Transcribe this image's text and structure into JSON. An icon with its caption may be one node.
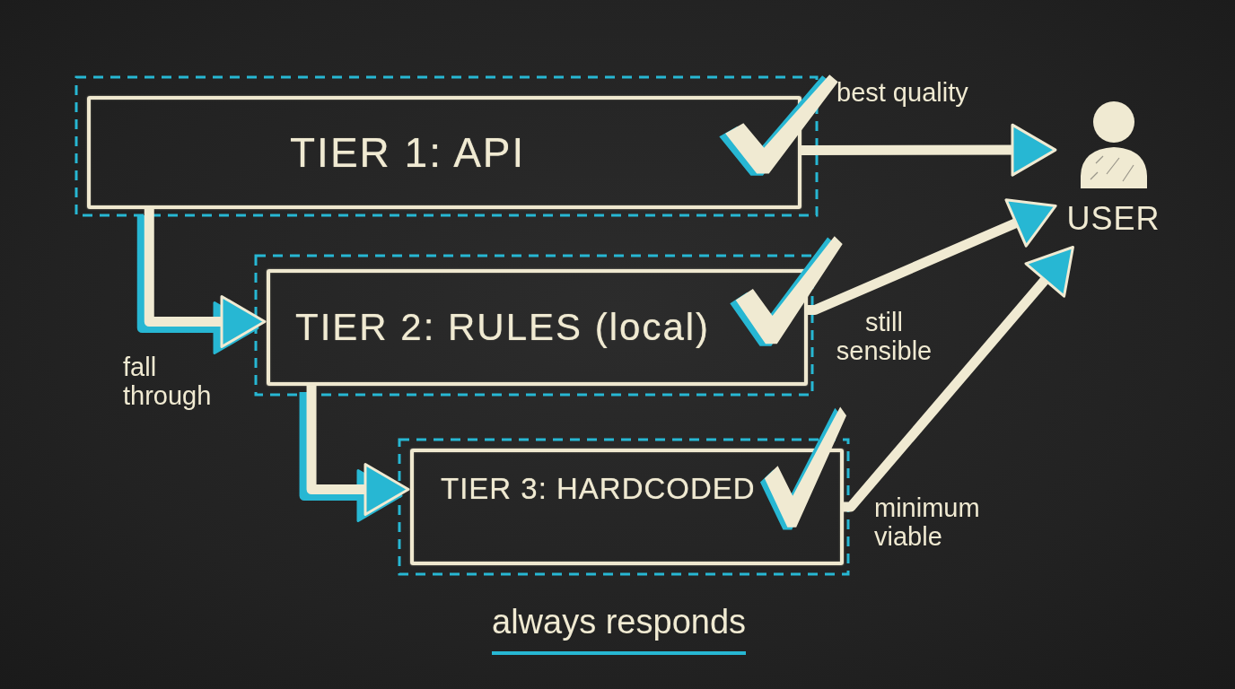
{
  "diagram": {
    "nodes": [
      {
        "text": [
          "TIER 1: API"
        ]
      },
      {
        "text": [
          "USER"
        ]
      },
      {
        "text": [
          "TIER 2: RULES (local)"
        ]
      },
      {
        "text": [
          "TIER 3: HARDCODED"
        ]
      }
    ],
    "edges": [
      {
        "from": 0,
        "to": 1,
        "arrow": "to",
        "label": "best quality"
      },
      {
        "from": 2,
        "to": 1,
        "arrow": "to",
        "label": "still sensible"
      },
      {
        "from": 3,
        "to": 1,
        "arrow": "to",
        "label": "minimum viable"
      },
      {
        "from": 0,
        "to": 2,
        "arrow": "to",
        "label": "fall through"
      },
      {
        "from": 2,
        "to": 3,
        "arrow": "to"
      }
    ],
    "labels": [
      "always responds"
    ]
  }
}
